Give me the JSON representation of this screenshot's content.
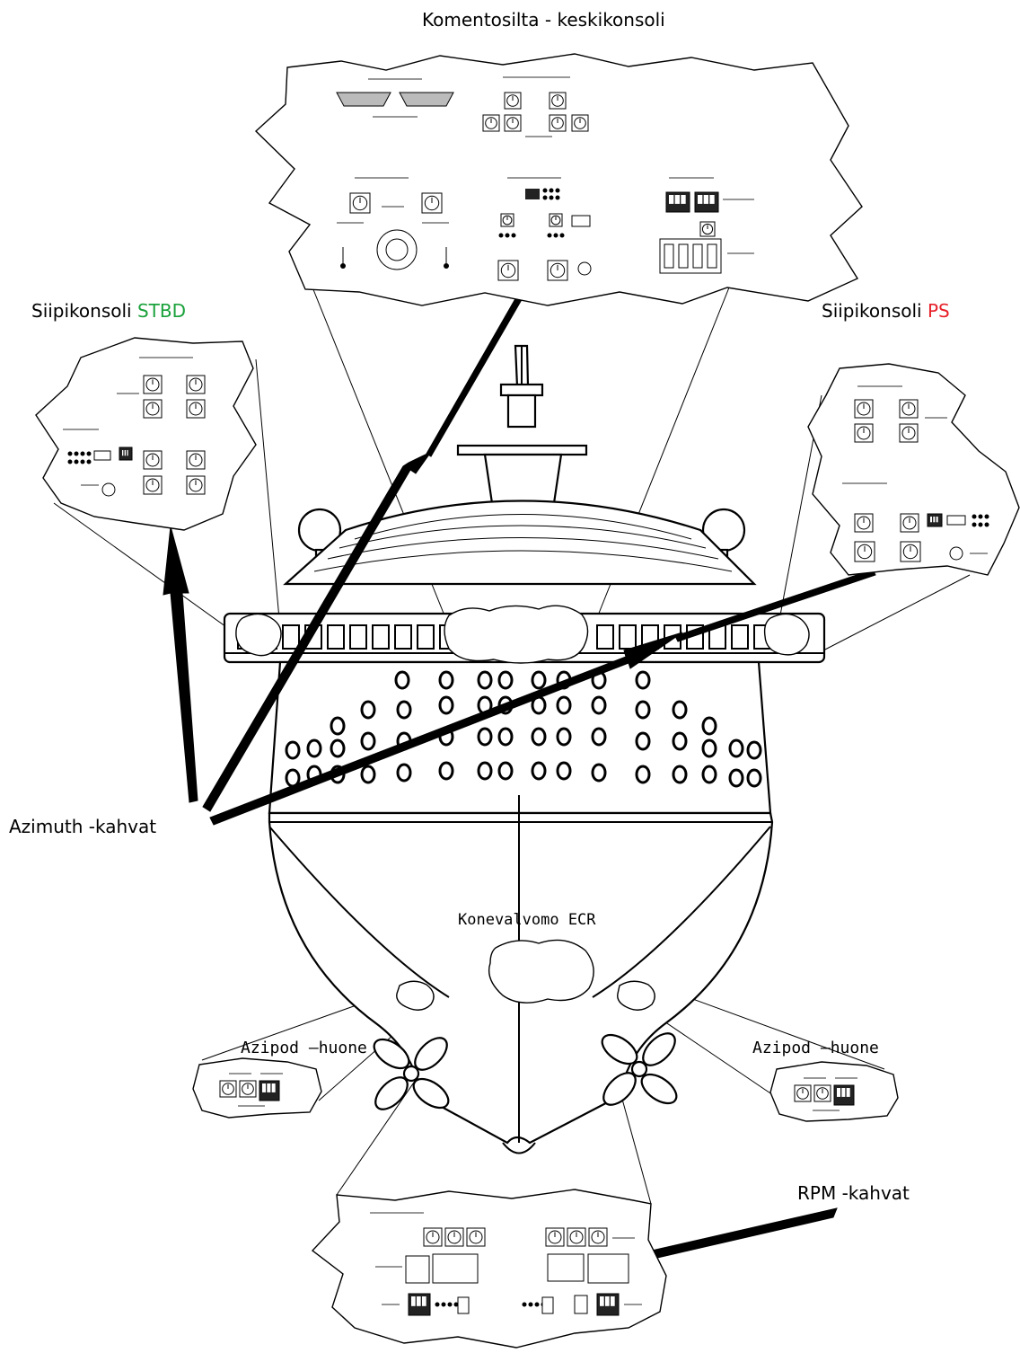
{
  "labels": {
    "bridge_center": "Komentosilta - keskikonsoli",
    "wing_stbd_prefix": "Siipikonsoli ",
    "wing_stbd_side": "STBD",
    "wing_ps_prefix": "Siipikonsoli ",
    "wing_ps_side": "PS",
    "azimuth_handles": "Azimuth -kahvat",
    "ecr": "Konevalvomo ECR",
    "azipod_room_left": "Azipod  —huone",
    "azipod_room_right": "Azipod  —huone",
    "rpm_handles": "RPM -kahvat"
  },
  "colors": {
    "stbd": "#1aa13b",
    "ps": "#e8202a",
    "ink": "#000000",
    "paper": "#ffffff"
  }
}
